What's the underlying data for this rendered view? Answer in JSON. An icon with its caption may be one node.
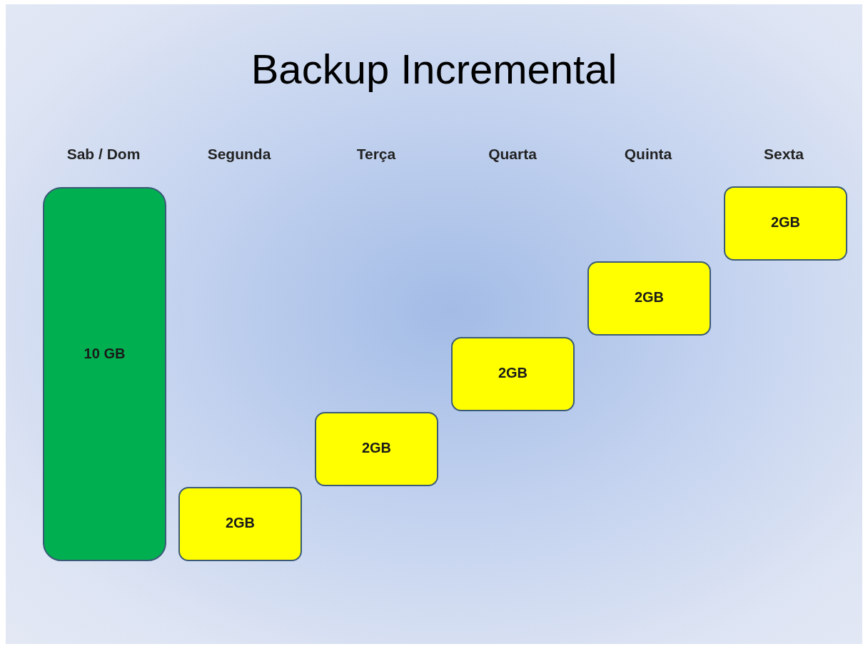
{
  "diagram": {
    "title": "Backup Incremental",
    "nodes": [
      {
        "text": [
          "10 GB"
        ]
      },
      {
        "text": [
          "2GB"
        ]
      },
      {
        "text": [
          "2GB"
        ]
      },
      {
        "text": [
          "2GB"
        ]
      },
      {
        "text": [
          "2GB"
        ]
      },
      {
        "text": [
          "2GB"
        ]
      }
    ],
    "labels": [
      "Sab / Dom",
      "Segunda",
      "Terça",
      "Quarta",
      "Quinta",
      "Sexta"
    ]
  }
}
